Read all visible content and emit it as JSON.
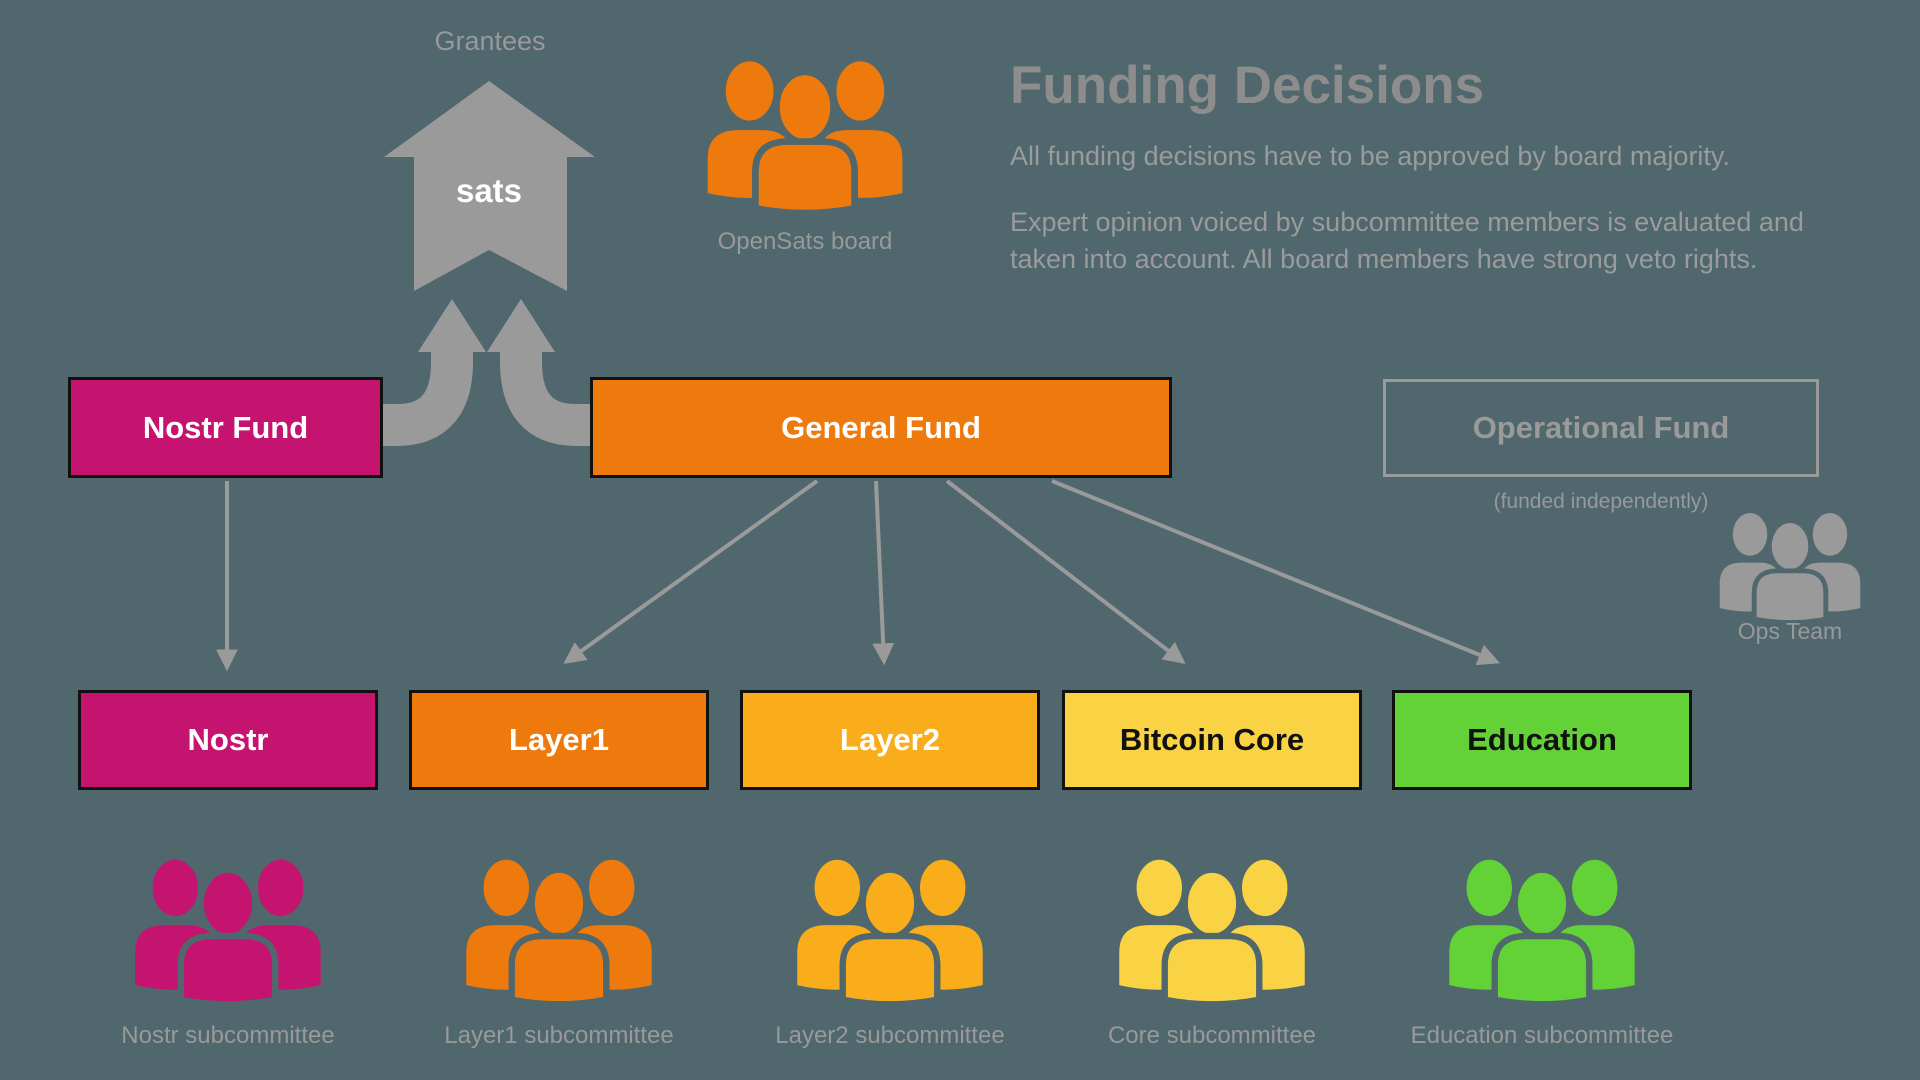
{
  "background": "#4F676D",
  "colors": {
    "magenta": "#C51470",
    "orange": "#EE7A0D",
    "amber": "#FAAD1B",
    "yellow": "#FAD344",
    "green": "#62D236",
    "arrow_gray": "#9A9A9A",
    "caption_gray": "#999999",
    "title_gray": "#8D8D8D",
    "white": "#FFFFFF",
    "black": "#111111"
  },
  "header": {
    "title": "Funding Decisions",
    "paragraph1": "All funding decisions have to be approved by board majority.",
    "paragraph2": "Expert opinion voiced by subcommittee members is evaluated and taken into account. All board members have strong veto rights."
  },
  "flow": {
    "grantees_label": "Grantees",
    "sats_label": "sats",
    "board_label": "OpenSats board",
    "board_icon": "people-group-icon"
  },
  "funds": [
    {
      "label": "Nostr Fund",
      "color": "#C51470",
      "text_color": "#FFFFFF"
    },
    {
      "label": "General Fund",
      "color": "#EE7A0D",
      "text_color": "#FFFFFF"
    },
    {
      "label": "Operational Fund",
      "note": "(funded independently)"
    }
  ],
  "ops_team": {
    "label": "Ops Team",
    "icon": "people-group-icon",
    "color": "#9A9A9A"
  },
  "subcommittees": [
    {
      "box_label": "Nostr",
      "caption": "Nostr subcommittee",
      "color": "#C51470",
      "label_color": "#FFFFFF"
    },
    {
      "box_label": "Layer1",
      "caption": "Layer1 subcommittee",
      "color": "#EE7A0D",
      "label_color": "#FFFFFF"
    },
    {
      "box_label": "Layer2",
      "caption": "Layer2 subcommittee",
      "color": "#FAAD1B",
      "label_color": "#FFFFFF"
    },
    {
      "box_label": "Bitcoin Core",
      "caption": "Core subcommittee",
      "color": "#FAD344",
      "label_color": "#111111"
    },
    {
      "box_label": "Education",
      "caption": "Education subcommittee",
      "color": "#62D236",
      "label_color": "#111111"
    }
  ]
}
